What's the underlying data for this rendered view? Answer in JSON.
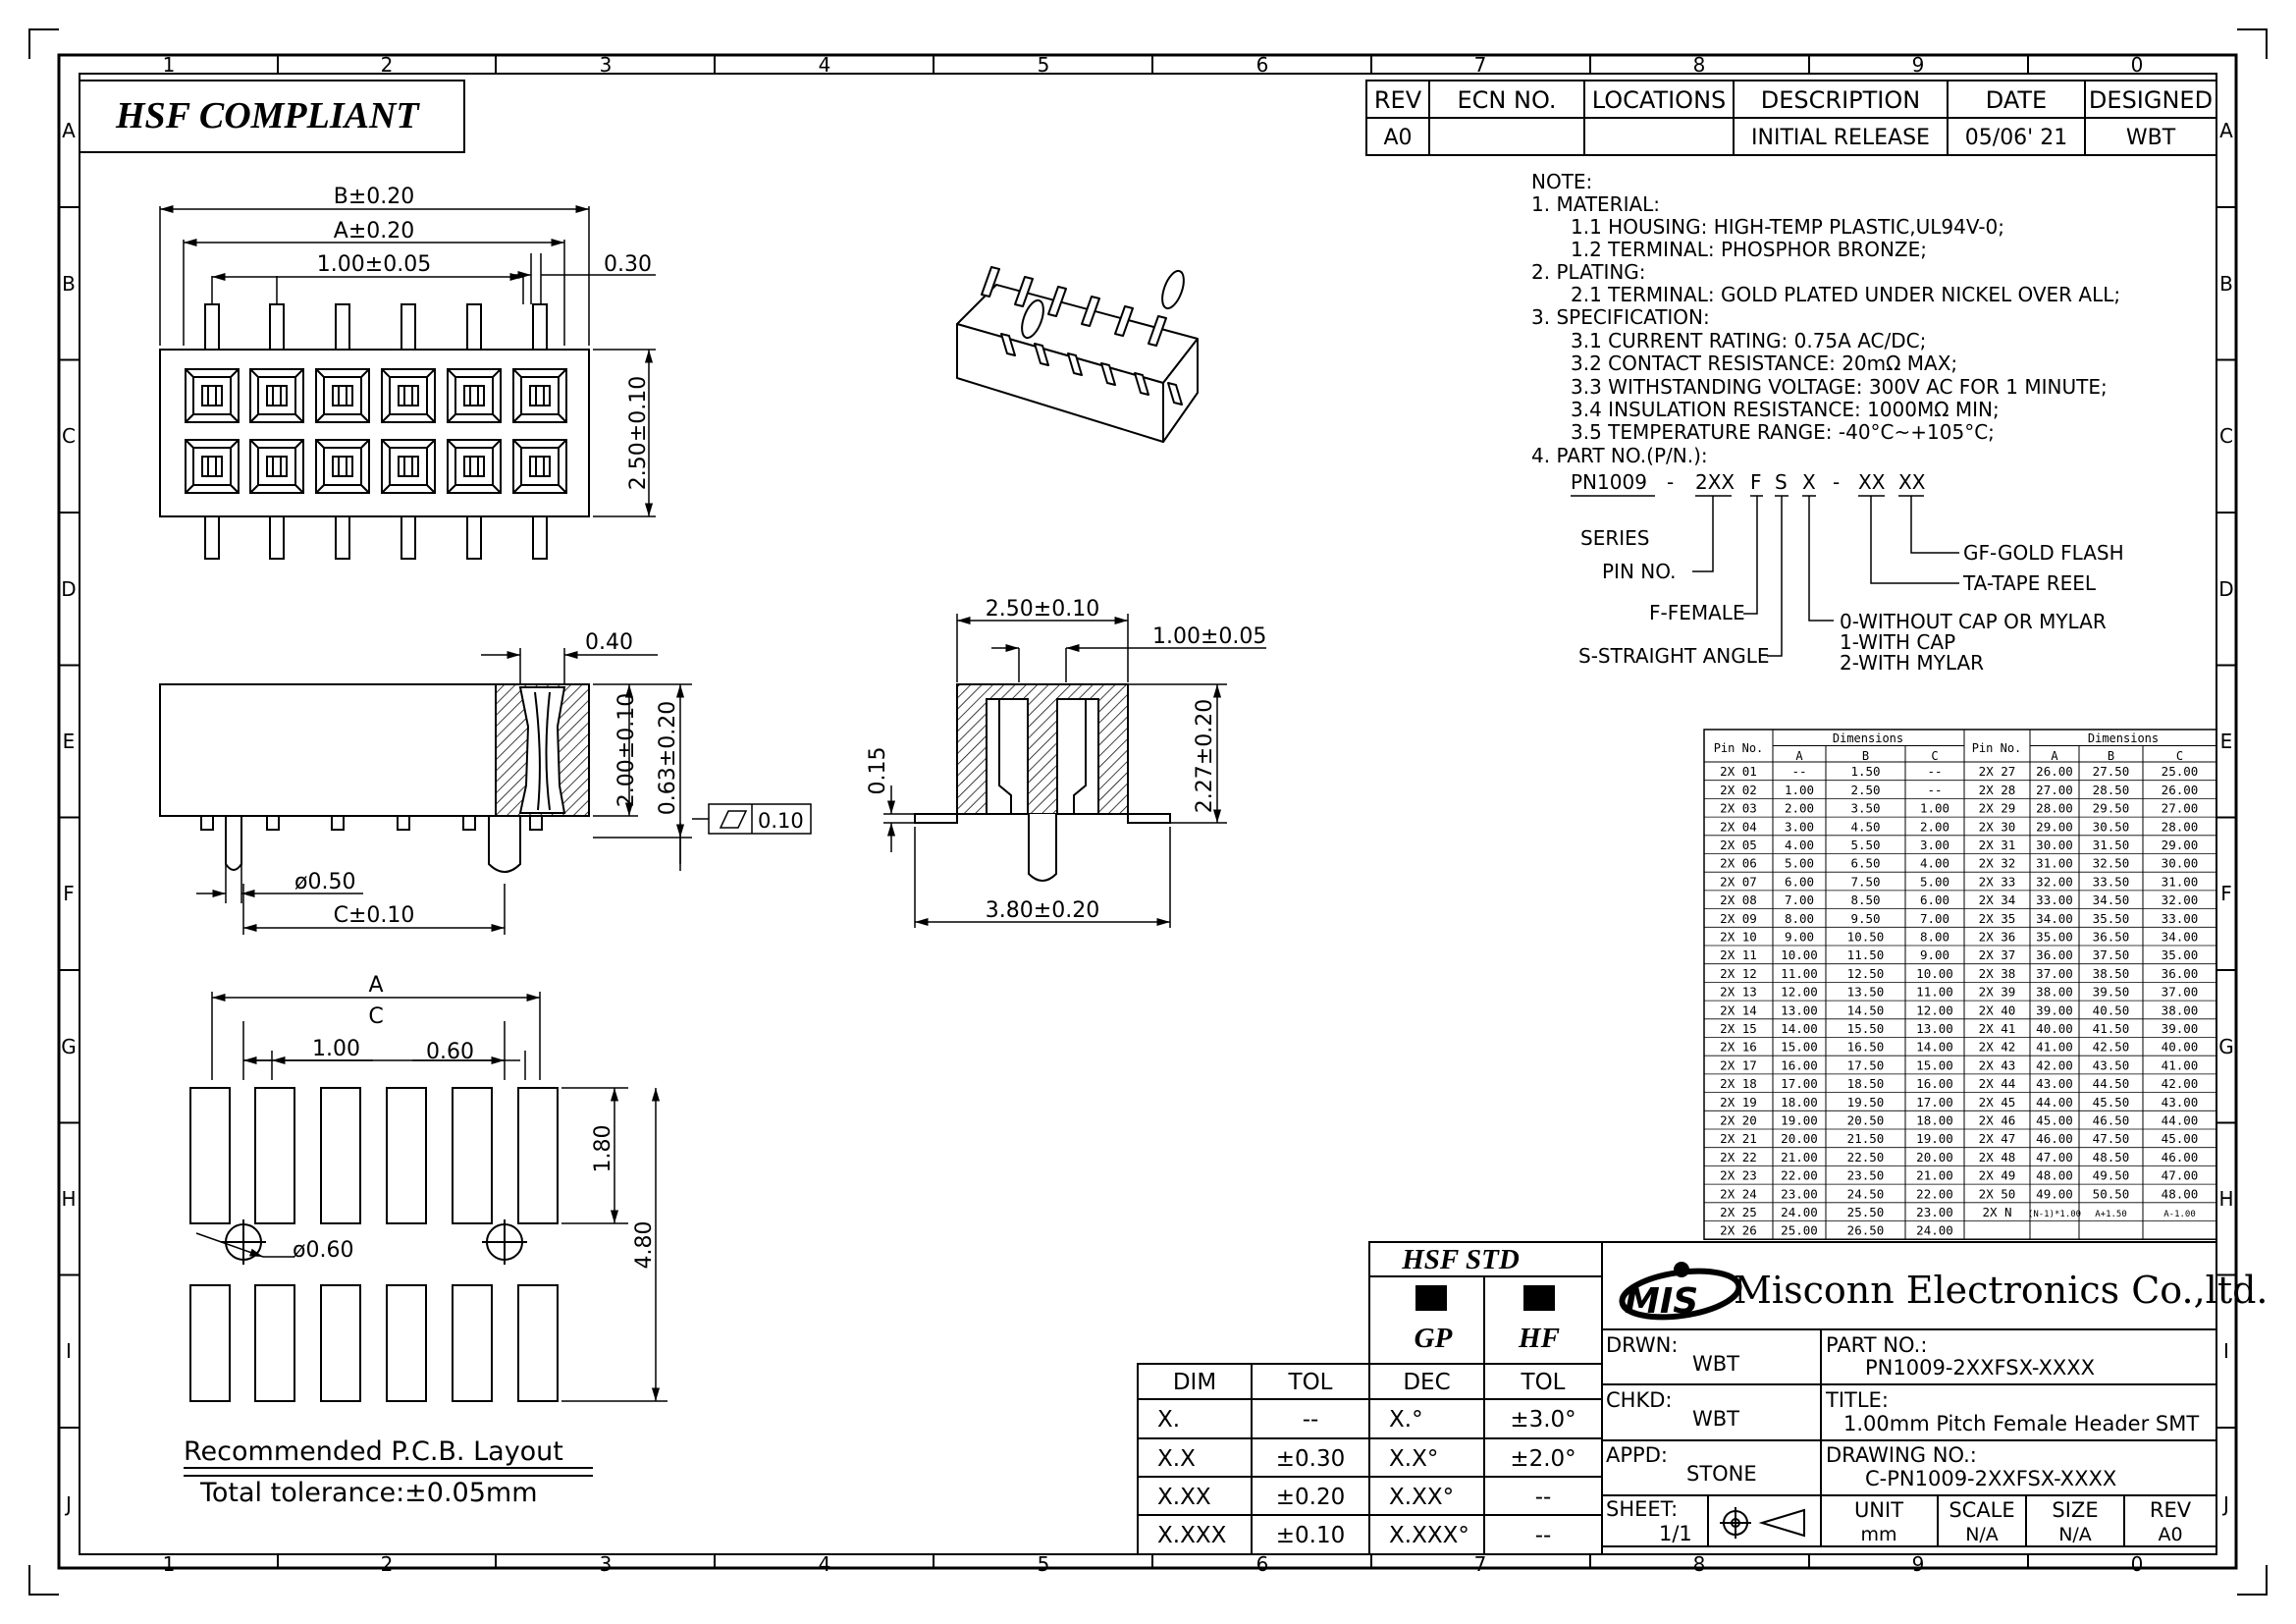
{
  "border": {
    "cols": [
      "1",
      "2",
      "3",
      "4",
      "5",
      "6",
      "7",
      "8",
      "9",
      "0"
    ],
    "rows": [
      "A",
      "B",
      "C",
      "D",
      "E",
      "F",
      "G",
      "H",
      "I",
      "J"
    ]
  },
  "hsf_compliant": "HSF COMPLIANT",
  "revision_table": {
    "headers": [
      "REV",
      "ECN NO.",
      "LOCATIONS",
      "DESCRIPTION",
      "DATE",
      "DESIGNED"
    ],
    "row": [
      "A0",
      "",
      "",
      "INITIAL RELEASE",
      "05/06' 21",
      "WBT"
    ]
  },
  "notes": [
    "NOTE:",
    "1. MATERIAL:",
    "1.1 HOUSING: HIGH-TEMP PLASTIC,UL94V-0;",
    "1.2 TERMINAL: PHOSPHOR BRONZE;",
    "2. PLATING:",
    "2.1 TERMINAL: GOLD PLATED UNDER NICKEL OVER ALL;",
    "3. SPECIFICATION:",
    "3.1 CURRENT RATING: 0.75A AC/DC;",
    "3.2 CONTACT RESISTANCE: 20mΩ MAX;",
    "3.3 WITHSTANDING VOLTAGE: 300V AC FOR 1 MINUTE;",
    "3.4 INSULATION RESISTANCE: 1000MΩ MIN;",
    "3.5 TEMPERATURE RANGE: -40°C~+105°C;",
    "4. PART NO.(P/N.):"
  ],
  "part_no_code": {
    "parts": [
      "PN1009",
      "-",
      "2XX",
      "F",
      "S",
      "X",
      "-",
      "XX",
      "XX"
    ],
    "labels": {
      "series": "SERIES",
      "pin_no": "PIN NO.",
      "female": "F-FEMALE",
      "straight": "S-STRAIGHT ANGLE",
      "cap0": "0-WITHOUT CAP OR MYLAR",
      "cap1": "1-WITH CAP",
      "cap2": "2-WITH MYLAR",
      "reel": "TA-TAPE REEL",
      "gold": "GF-GOLD FLASH"
    }
  },
  "top_view_dims": {
    "b": "B±0.20",
    "a": "A±0.20",
    "pitch": "1.00±0.05",
    "pin_w": "0.30",
    "height": "2.50±0.10"
  },
  "side_view_dims": {
    "d040": "0.40",
    "d200": "2.00±0.10",
    "d063": "0.63±0.20",
    "flat_val": "0.10",
    "dia": "ø0.50",
    "c": "C±0.10"
  },
  "end_view_dims": {
    "w": "2.50±0.10",
    "pitch": "1.00±0.05",
    "d015": "0.15",
    "h": "2.27±0.20",
    "total": "3.80±0.20"
  },
  "pcb_dims": {
    "a": "A",
    "c": "C",
    "pitch": "1.00",
    "pad_w": "0.60",
    "pad_l": "1.80",
    "total": "4.80",
    "hole": "ø0.60",
    "title": "Recommended P.C.B. Layout",
    "tolerance": "Total tolerance:±0.05mm"
  },
  "dim_table": {
    "header": [
      "Pin No.",
      "Dimensions",
      "Pin No.",
      "Dimensions"
    ],
    "sub": [
      "A",
      "B",
      "C"
    ],
    "left": [
      [
        "2X 01",
        "--",
        "1.50",
        "--"
      ],
      [
        "2X 02",
        "1.00",
        "2.50",
        "--"
      ],
      [
        "2X 03",
        "2.00",
        "3.50",
        "1.00"
      ],
      [
        "2X 04",
        "3.00",
        "4.50",
        "2.00"
      ],
      [
        "2X 05",
        "4.00",
        "5.50",
        "3.00"
      ],
      [
        "2X 06",
        "5.00",
        "6.50",
        "4.00"
      ],
      [
        "2X 07",
        "6.00",
        "7.50",
        "5.00"
      ],
      [
        "2X 08",
        "7.00",
        "8.50",
        "6.00"
      ],
      [
        "2X 09",
        "8.00",
        "9.50",
        "7.00"
      ],
      [
        "2X 10",
        "9.00",
        "10.50",
        "8.00"
      ],
      [
        "2X 11",
        "10.00",
        "11.50",
        "9.00"
      ],
      [
        "2X 12",
        "11.00",
        "12.50",
        "10.00"
      ],
      [
        "2X 13",
        "12.00",
        "13.50",
        "11.00"
      ],
      [
        "2X 14",
        "13.00",
        "14.50",
        "12.00"
      ],
      [
        "2X 15",
        "14.00",
        "15.50",
        "13.00"
      ],
      [
        "2X 16",
        "15.00",
        "16.50",
        "14.00"
      ],
      [
        "2X 17",
        "16.00",
        "17.50",
        "15.00"
      ],
      [
        "2X 18",
        "17.00",
        "18.50",
        "16.00"
      ],
      [
        "2X 19",
        "18.00",
        "19.50",
        "17.00"
      ],
      [
        "2X 20",
        "19.00",
        "20.50",
        "18.00"
      ],
      [
        "2X 21",
        "20.00",
        "21.50",
        "19.00"
      ],
      [
        "2X 22",
        "21.00",
        "22.50",
        "20.00"
      ],
      [
        "2X 23",
        "22.00",
        "23.50",
        "21.00"
      ],
      [
        "2X 24",
        "23.00",
        "24.50",
        "22.00"
      ],
      [
        "2X 25",
        "24.00",
        "25.50",
        "23.00"
      ],
      [
        "2X 26",
        "25.00",
        "26.50",
        "24.00"
      ]
    ],
    "right": [
      [
        "2X 27",
        "26.00",
        "27.50",
        "25.00"
      ],
      [
        "2X 28",
        "27.00",
        "28.50",
        "26.00"
      ],
      [
        "2X 29",
        "28.00",
        "29.50",
        "27.00"
      ],
      [
        "2X 30",
        "29.00",
        "30.50",
        "28.00"
      ],
      [
        "2X 31",
        "30.00",
        "31.50",
        "29.00"
      ],
      [
        "2X 32",
        "31.00",
        "32.50",
        "30.00"
      ],
      [
        "2X 33",
        "32.00",
        "33.50",
        "31.00"
      ],
      [
        "2X 34",
        "33.00",
        "34.50",
        "32.00"
      ],
      [
        "2X 35",
        "34.00",
        "35.50",
        "33.00"
      ],
      [
        "2X 36",
        "35.00",
        "36.50",
        "34.00"
      ],
      [
        "2X 37",
        "36.00",
        "37.50",
        "35.00"
      ],
      [
        "2X 38",
        "37.00",
        "38.50",
        "36.00"
      ],
      [
        "2X 39",
        "38.00",
        "39.50",
        "37.00"
      ],
      [
        "2X 40",
        "39.00",
        "40.50",
        "38.00"
      ],
      [
        "2X 41",
        "40.00",
        "41.50",
        "39.00"
      ],
      [
        "2X 42",
        "41.00",
        "42.50",
        "40.00"
      ],
      [
        "2X 43",
        "42.00",
        "43.50",
        "41.00"
      ],
      [
        "2X 44",
        "43.00",
        "44.50",
        "42.00"
      ],
      [
        "2X 45",
        "44.00",
        "45.50",
        "43.00"
      ],
      [
        "2X 46",
        "45.00",
        "46.50",
        "44.00"
      ],
      [
        "2X 47",
        "46.00",
        "47.50",
        "45.00"
      ],
      [
        "2X 48",
        "47.00",
        "48.50",
        "46.00"
      ],
      [
        "2X 49",
        "48.00",
        "49.50",
        "47.00"
      ],
      [
        "2X 50",
        "49.00",
        "50.50",
        "48.00"
      ],
      [
        "2X N",
        "(N-1)*1.00",
        "A+1.50",
        "A-1.00"
      ]
    ]
  },
  "hsf_std": {
    "title": "HSF STD",
    "gp": "GP",
    "hf": "HF"
  },
  "tol_table": {
    "headers": [
      "DIM",
      "TOL",
      "DEC",
      "TOL"
    ],
    "rows": [
      [
        "X.",
        "--",
        "X.°",
        "±3.0°"
      ],
      [
        "X.X",
        "±0.30",
        "X.X°",
        "±2.0°"
      ],
      [
        "X.XX",
        "±0.20",
        "X.XX°",
        "--"
      ],
      [
        "X.XXX",
        "±0.10",
        "X.XXX°",
        "--"
      ]
    ]
  },
  "title_block": {
    "logo": "MIS",
    "company": "Misconn Electronics Co.,ltd.",
    "drwn_label": "DRWN:",
    "drwn": "WBT",
    "chkd_label": "CHKD:",
    "chkd": "WBT",
    "appd_label": "APPD:",
    "appd": "STONE",
    "partno_label": "PART NO.:",
    "partno": "PN1009-2XXFSX-XXXX",
    "title_label": "TITLE:",
    "title": "1.00mm Pitch Female Header SMT",
    "drawing_label": "DRAWING NO.:",
    "drawing": "C-PN1009-2XXFSX-XXXX",
    "sheet_label": "SHEET:",
    "sheet": "1/1",
    "unit_label": "UNIT",
    "unit": "mm",
    "scale_label": "SCALE",
    "scale": "N/A",
    "size_label": "SIZE",
    "size": "N/A",
    "rev_label": "REV",
    "rev": "A0"
  }
}
